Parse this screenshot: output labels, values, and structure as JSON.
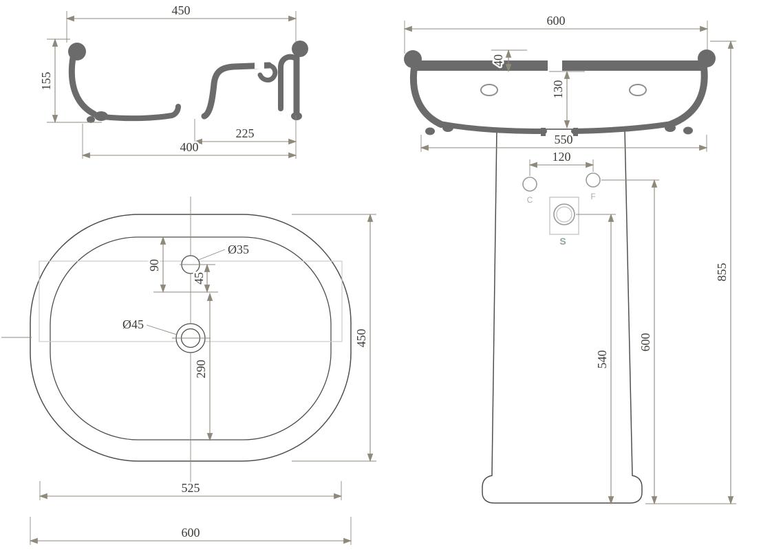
{
  "side_view": {
    "width": "450",
    "height": "155",
    "inner_depth": "225",
    "base_width": "400"
  },
  "front_view": {
    "width": "600",
    "rim_height": "40",
    "bowl_depth": "130",
    "under_width": "550",
    "hole_spacing": "120",
    "cold_label": "C",
    "hot_label": "F",
    "siphon_label": "S",
    "total_height": "855",
    "supply_height": "600",
    "trap_height": "540"
  },
  "plan_view": {
    "tap_hole_dia": "Ø35",
    "drain_hole_dia": "Ø45",
    "rim_to_tap": "90",
    "tap_offset": "45",
    "drain_to_front": "290",
    "depth": "450",
    "inner_width": "525",
    "width": "600"
  }
}
